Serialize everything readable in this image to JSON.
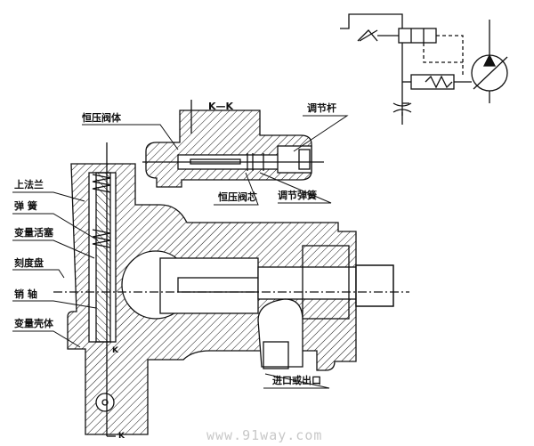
{
  "title": "K—K",
  "labels": {
    "valve_body": "恒压阀体",
    "adjust_rod": "调节杆",
    "upper_flange": "上法兰",
    "spring": "弹  簧",
    "variable_piston": "变量活塞",
    "dial": "刻度盘",
    "pin_shaft": "销  轴",
    "variable_housing": "变量壳体",
    "valve_core": "恒压阀芯",
    "adjust_spring": "调节弹簧",
    "port": "进口或出口",
    "section_mark_top": "K",
    "section_mark_bottom": "K"
  },
  "watermark": "www.91way.com",
  "colors": {
    "line": "#111111",
    "background": "#ffffff"
  }
}
